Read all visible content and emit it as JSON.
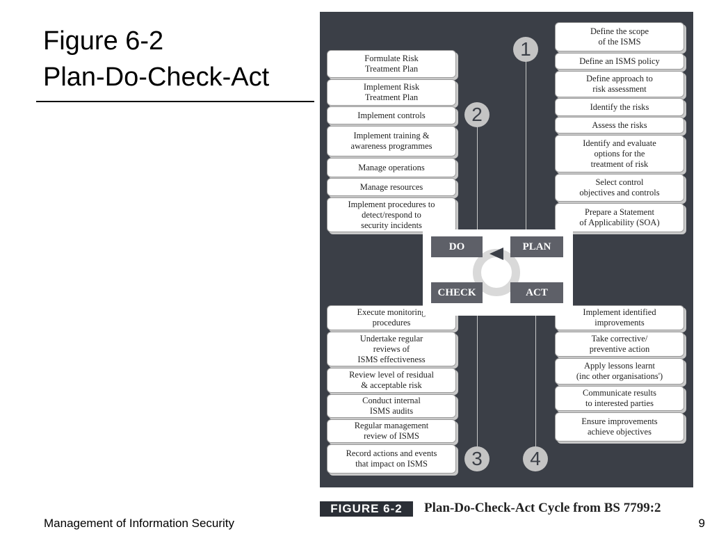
{
  "slide": {
    "title_line1": "Figure 6-2",
    "title_line2": "Plan-Do-Check-Act",
    "footer": "Management of Information Security",
    "page_number": "9"
  },
  "diagram": {
    "do_steps": [
      "Formulate Risk\nTreatment Plan",
      "Implement Risk\nTreatment Plan",
      "Implement controls",
      "Implement training &\nawareness programmes",
      "Manage operations",
      "Manage resources",
      "Implement procedures to\ndetect/respond to\nsecurity incidents"
    ],
    "plan_steps": [
      "Define the scope\nof the ISMS",
      "Define an ISMS policy",
      "Define approach to\nrisk assessment",
      "Identify the risks",
      "Assess the risks",
      "Identify and evaluate\noptions for the\ntreatment of risk",
      "Select control\nobjectives and controls",
      "Prepare a Statement\nof Applicability (SOA)"
    ],
    "check_steps": [
      "Execute monitoring\nprocedures",
      "Undertake regular\nreviews of\nISMS effectiveness",
      "Review level of residual\n& acceptable risk",
      "Conduct internal\nISMS audits",
      "Regular management\nreview of ISMS",
      "Record actions and events\nthat impact on ISMS"
    ],
    "act_steps": [
      "Implement identified\nimprovements",
      "Take corrective/\npreventive action",
      "Apply lessons learnt\n(inc other organisations')",
      "Communicate results\nto interested parties",
      "Ensure improvements\nachieve objectives"
    ],
    "phases": {
      "do": "DO",
      "plan": "PLAN",
      "check": "CHECK",
      "act": "ACT"
    },
    "numbers": {
      "plan": "1",
      "do": "2",
      "check": "3",
      "act": "4"
    },
    "caption_label": "FIGURE 6-2",
    "caption_text": "Plan-Do-Check-Act Cycle from BS 7799:2"
  }
}
